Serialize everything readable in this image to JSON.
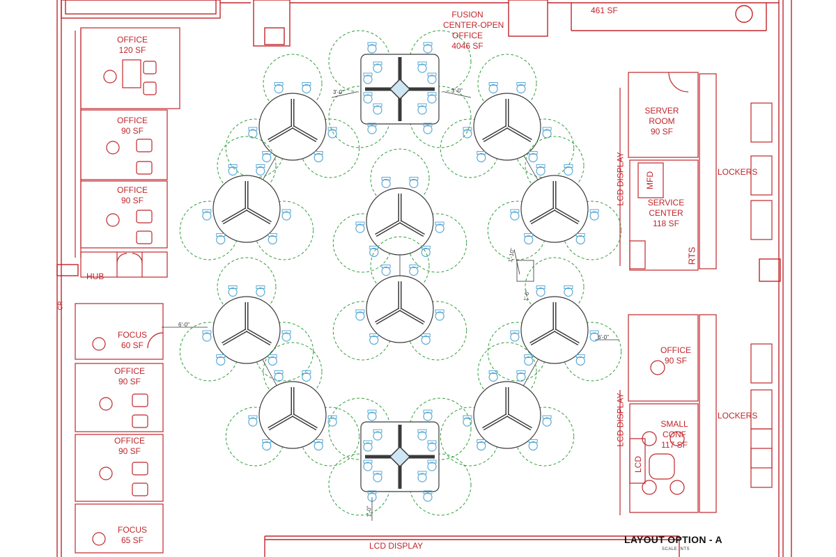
{
  "title": "LAYOUT OPTION - A",
  "scale_label": "SCALE: NTS",
  "rooms": {
    "top_room_area": "461 SF",
    "fusion": [
      "FUSION",
      "CENTER-OPEN",
      "OFFICE",
      "4046 SF"
    ],
    "office_1": [
      "OFFICE",
      "120 SF"
    ],
    "office_2": [
      "OFFICE",
      "90 SF"
    ],
    "office_3": [
      "OFFICE",
      "90 SF"
    ],
    "hub": "HUB",
    "cr": "CR",
    "focus_1": [
      "FOCUS",
      "60 SF"
    ],
    "office_4": [
      "OFFICE",
      "90 SF"
    ],
    "office_5": [
      "OFFICE",
      "90 SF"
    ],
    "focus_2": [
      "FOCUS",
      "65 SF"
    ],
    "server_room": [
      "SERVER",
      "ROOM",
      "90 SF"
    ],
    "mfd": "MFD",
    "service_center": [
      "SERVICE",
      "CENTER",
      "118 SF"
    ],
    "rts": "RTS",
    "lockers_1": "LOCKERS",
    "office_6": [
      "OFFICE",
      "90 SF"
    ],
    "small_conf": [
      "SMALL",
      "CONF",
      "117 SF"
    ],
    "lcd": "LCD",
    "lockers_2": "LOCKERS"
  },
  "displays": {
    "right_upper": "LCD DISPLAY",
    "right_lower": "LCD DISPLAY",
    "bottom": "LCD DISPLAY"
  },
  "dimensions": {
    "top_left": "3'-0\"",
    "top_right": "3'-0\"",
    "left": "6'-0\"",
    "right": "6'-0\"",
    "center": "1'-10\"",
    "center_2": "1'-0\"",
    "bottom": "1'-0\""
  },
  "colors": {
    "walls": "#c0252a",
    "workstations": "#3a3a3a",
    "chairs": "#5aa9d6",
    "clearance_circles": "#2e9e3a"
  },
  "workstation_clusters": {
    "three_way": 10,
    "four_way": 2
  }
}
